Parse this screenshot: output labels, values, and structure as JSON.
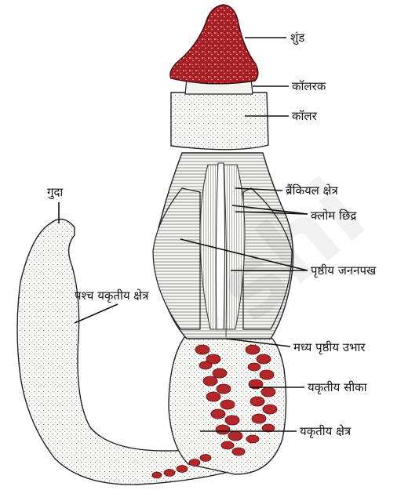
{
  "labels": {
    "proboscis": "शुंड",
    "collarette": "कॉलरक",
    "collar": "कॉलर",
    "branchial_region": "ब्रैंकियल क्षेत्र",
    "gill_slits": "क्लोम छिद्र",
    "anus": "गुदा",
    "posterior_hepatic_region": "पश्च यकृतीय क्षेत्र",
    "dorsal_gonad_wing": "पृष्ठीय जननपख",
    "mid_dorsal_ridge": "मध्य पृष्ठीय उभार",
    "hepatic_caeca": "यकृतीय सीका",
    "hepatic_region": "यकृतीय क्षेत्र"
  },
  "colors": {
    "proboscis_fill": "#a81e24",
    "caeca_fill": "#b3272b",
    "outline": "#222222",
    "body_fill": "#f7f7f4"
  }
}
